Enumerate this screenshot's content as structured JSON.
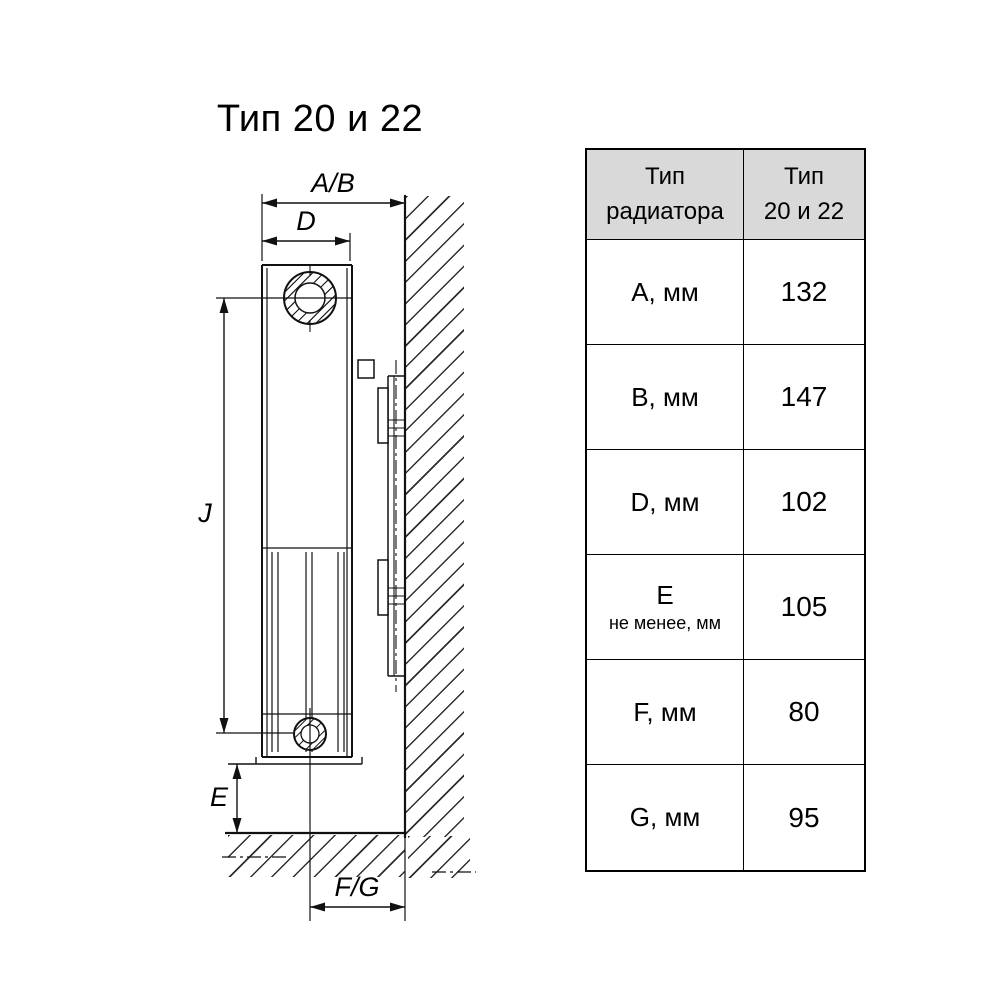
{
  "title": "Тип 20 и 22",
  "diagram": {
    "description": "Side-section drawing of a panel radiator mounted on a wall with dimension callouts",
    "labels": {
      "ab": "A/B",
      "d": "D",
      "j": "J",
      "e": "E",
      "fg": "F/G"
    }
  },
  "table": {
    "header": {
      "col1": "Тип\nрадиатора",
      "col2": "Тип\n20 и 22"
    },
    "rows": [
      {
        "label": "A, мм",
        "sublabel": "",
        "value": "132"
      },
      {
        "label": "B, мм",
        "sublabel": "",
        "value": "147"
      },
      {
        "label": "D, мм",
        "sublabel": "",
        "value": "102"
      },
      {
        "label": "E",
        "sublabel": "не менее, мм",
        "value": "105"
      },
      {
        "label": "F, мм",
        "sublabel": "",
        "value": "80"
      },
      {
        "label": "G, мм",
        "sublabel": "",
        "value": "95"
      }
    ]
  },
  "colors": {
    "background": "#ffffff",
    "line": "#111111",
    "table_header_bg": "#d9d9d9"
  }
}
